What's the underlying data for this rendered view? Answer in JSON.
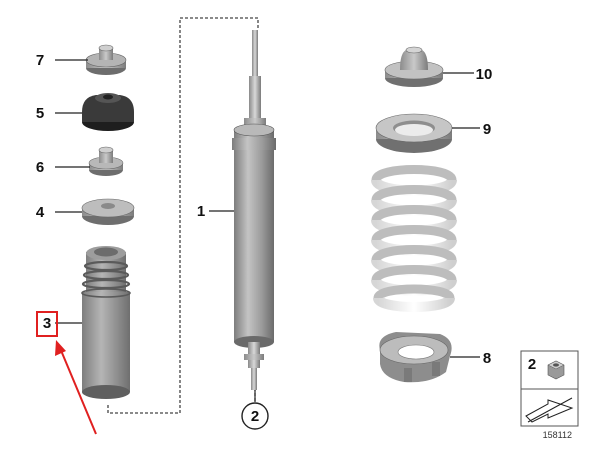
{
  "diagram": {
    "callouts": {
      "c1": "1",
      "c2": "2",
      "c3": "3",
      "c4": "4",
      "c5": "5",
      "c6": "6",
      "c7": "7",
      "c8": "8",
      "c9": "9",
      "c10": "10"
    },
    "legend_box": {
      "label": "2"
    },
    "part_number": "158112",
    "colors": {
      "part_fill": "#a6a6a6",
      "part_dark": "#3a3a3a",
      "spring": "#f2f2f2",
      "highlight_box": "#e02020",
      "arrow": "#e02020"
    }
  }
}
